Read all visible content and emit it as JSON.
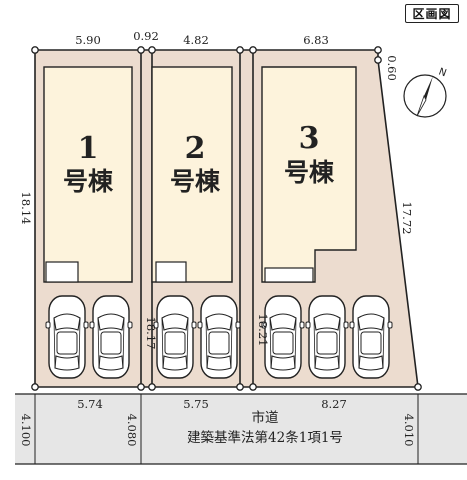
{
  "badge": "区画図",
  "units": [
    {
      "number": "1",
      "label": "号棟"
    },
    {
      "number": "2",
      "label": "号棟"
    },
    {
      "number": "3",
      "label": "号棟"
    }
  ],
  "dimensions": {
    "top": [
      "5.90",
      "0.92",
      "4.82",
      "6.83",
      "0.60"
    ],
    "left_depth": "18.14",
    "right_depth": "17.72",
    "inner_depths": [
      "18.17",
      "18.21"
    ],
    "frontage": [
      "5.74",
      "5.75",
      "8.27"
    ],
    "road_widths": [
      "4.100",
      "4.080",
      "4.010"
    ]
  },
  "road": {
    "line1": "市道",
    "line2": "建築基準法第42条1項1号"
  },
  "watermark": "",
  "colors": {
    "lot": "#ecdccf",
    "house": "#fdf3dc",
    "road": "#e6e6e6",
    "border": "#222222"
  }
}
